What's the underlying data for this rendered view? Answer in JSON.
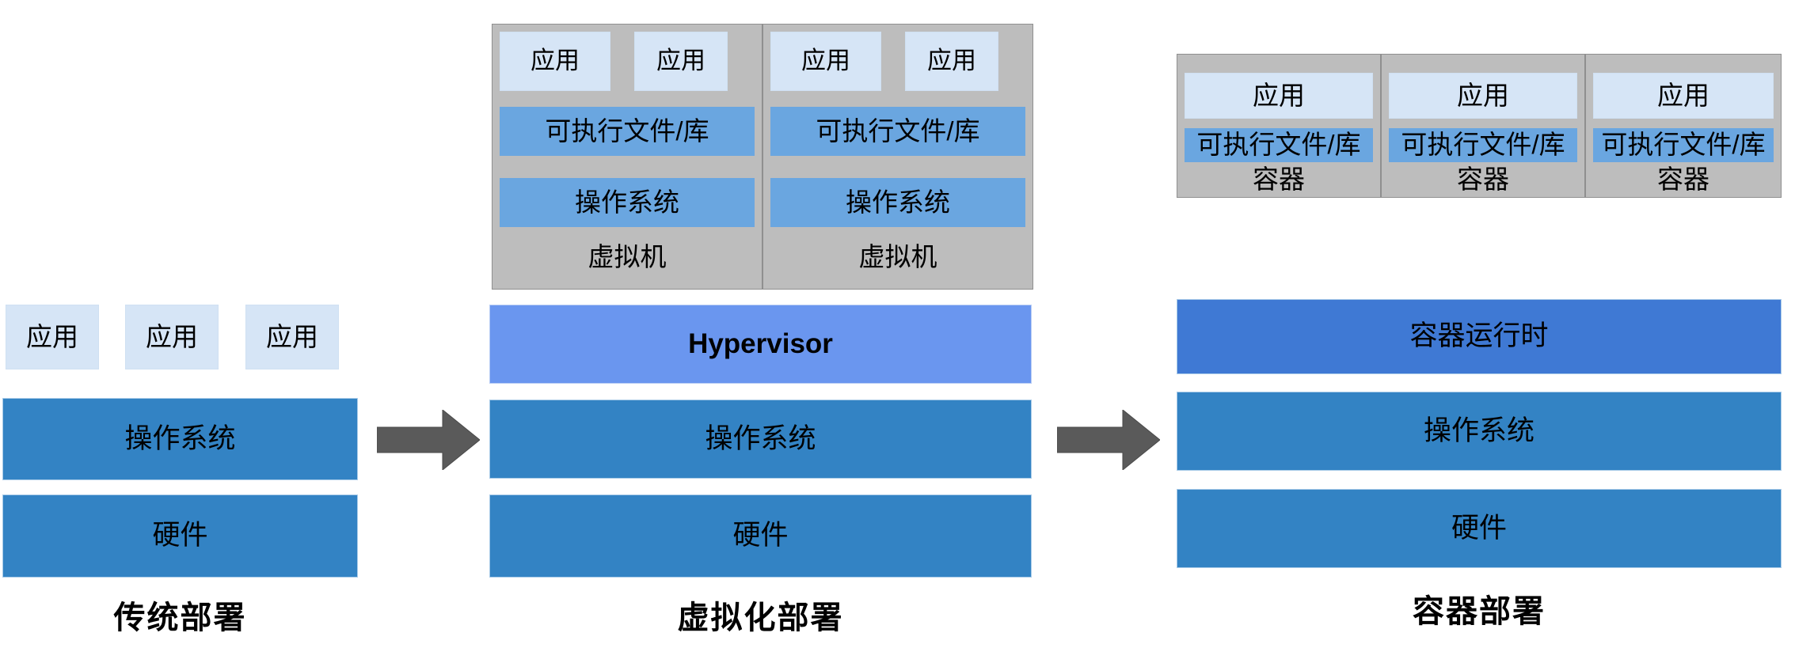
{
  "diagram": {
    "title_visible": false,
    "colors": {
      "app_fill": "#d6e5f6",
      "lib_fill": "#6aa6e0",
      "os_small_fill": "#6aa6e0",
      "os_bar_fill": "#3383c4",
      "hardware_fill": "#3383c4",
      "hypervisor_fill": "#6a96ef",
      "container_runtime_fill": "#3f79d4",
      "group_fill": "#bdbdbd",
      "arrow_fill": "#5a5a5a",
      "background": "#ffffff"
    },
    "panels": [
      {
        "id": "traditional",
        "caption": "传统部署",
        "apps": [
          "应用",
          "应用",
          "应用"
        ],
        "stack": [
          {
            "label": "操作系统",
            "kind": "os"
          },
          {
            "label": "硬件",
            "kind": "hardware"
          }
        ]
      },
      {
        "id": "virtualized",
        "caption": "虚拟化部署",
        "groups": [
          {
            "label": "虚拟机",
            "apps": [
              "应用",
              "应用"
            ],
            "rows": [
              {
                "label": "可执行文件/库",
                "kind": "lib"
              },
              {
                "label": "操作系统",
                "kind": "os-small"
              }
            ]
          },
          {
            "label": "虚拟机",
            "apps": [
              "应用",
              "应用"
            ],
            "rows": [
              {
                "label": "可执行文件/库",
                "kind": "lib"
              },
              {
                "label": "操作系统",
                "kind": "os-small"
              }
            ]
          }
        ],
        "stack": [
          {
            "label": "Hypervisor",
            "kind": "hypervisor"
          },
          {
            "label": "操作系统",
            "kind": "os"
          },
          {
            "label": "硬件",
            "kind": "hardware"
          }
        ]
      },
      {
        "id": "container",
        "caption": "容器部署",
        "groups": [
          {
            "label": "容器",
            "apps": [
              "应用"
            ],
            "rows": [
              {
                "label": "可执行文件/库",
                "kind": "lib"
              }
            ]
          },
          {
            "label": "容器",
            "apps": [
              "应用"
            ],
            "rows": [
              {
                "label": "可执行文件/库",
                "kind": "lib"
              }
            ]
          },
          {
            "label": "容器",
            "apps": [
              "应用"
            ],
            "rows": [
              {
                "label": "可执行文件/库",
                "kind": "lib"
              }
            ]
          }
        ],
        "stack": [
          {
            "label": "容器运行时",
            "kind": "runtime"
          },
          {
            "label": "操作系统",
            "kind": "os"
          },
          {
            "label": "硬件",
            "kind": "hardware"
          }
        ]
      }
    ],
    "arrows": [
      {
        "id": "arrow-traditional-to-virtualized",
        "direction": "right"
      },
      {
        "id": "arrow-virtualized-to-container",
        "direction": "right"
      }
    ]
  }
}
